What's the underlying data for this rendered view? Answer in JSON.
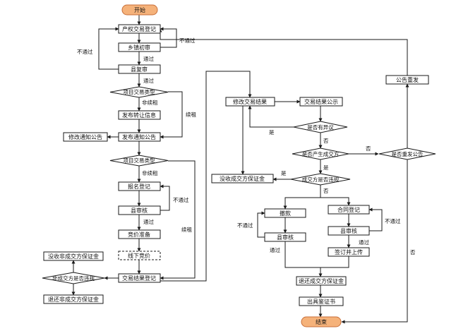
{
  "terminals": {
    "start": "开始",
    "end": "结束"
  },
  "processes": {
    "p_register": "产权交易登记",
    "p_town": "乡镇初审",
    "p_county": "县复审",
    "p_publish_transfer": "发布转让信息",
    "p_publish_notice": "发布通知公告",
    "p_modify_notice": "修改通知公告",
    "p_signup": "报名登记",
    "p_county_check": "县审核",
    "p_bid_prep": "竞价准备",
    "p_offline_bid": "线下竞价",
    "p_result_register": "交易结果登记",
    "p_confiscate_non": "没收非成交方保证金",
    "p_refund_non": "退还非成交方保证金",
    "p_modify_result": "修改交易结果",
    "p_result_public": "交易结果公示",
    "p_confiscate_deal": "没收成交方保证金",
    "p_withdraw": "撤款",
    "p_county_check2": "县审核",
    "p_contract_register": "合同登记",
    "p_county_check3": "县审核",
    "p_sign_upload": "签订并上传",
    "p_refund_deal": "退还成交方保证金",
    "p_certificate": "出具鉴证书",
    "p_republish": "公告重发"
  },
  "decisions": {
    "d_type1": "项目交易类型",
    "d_type2": "项目交易类型",
    "d_non_default": "非成交方是否违规",
    "d_objection": "是否有异议",
    "d_deal": "是否产生成交方",
    "d_repost": "是否重发公告",
    "d_default": "成交方是否违规"
  },
  "edge_labels": {
    "town_fail": "不通过",
    "county_fail": "不通过",
    "town_pass": "通过",
    "county_pass": "通过",
    "non_lease1": "非续租",
    "lease1": "续租",
    "non_lease2": "非续租",
    "lease2": "续租",
    "check_fail": "不通过",
    "check_pass": "通过",
    "obj_yes": "是",
    "obj_no": "否",
    "deal_no": "否",
    "deal_yes": "是",
    "default_yes": "是",
    "default_no": "否",
    "w_fail": "不通过",
    "w_pass": "通过",
    "c_fail": "不通过",
    "c_pass": "通过",
    "repost_no": "否"
  }
}
